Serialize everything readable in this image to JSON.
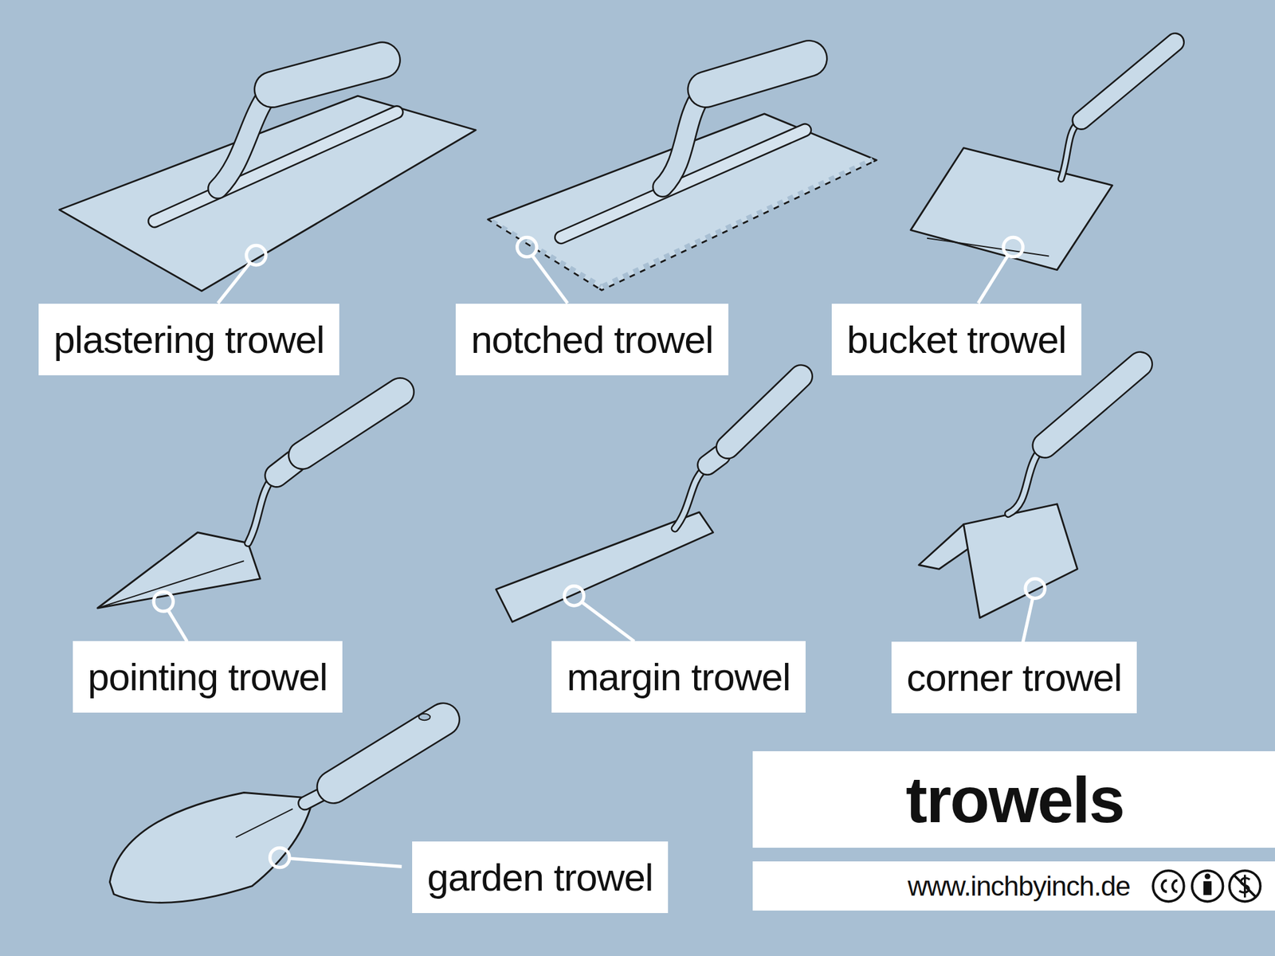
{
  "diagram": {
    "title": "trowels",
    "nodes": [
      {
        "text": [
          "plastering trowel"
        ]
      },
      {
        "text": [
          "notched trowel"
        ]
      },
      {
        "text": [
          "bucket trowel"
        ]
      },
      {
        "text": [
          "pointing trowel"
        ]
      },
      {
        "text": [
          "margin trowel"
        ]
      },
      {
        "text": [
          "corner trowel"
        ]
      },
      {
        "text": [
          "garden trowel"
        ]
      }
    ],
    "labels": [
      "www.inchbyinch.de"
    ]
  }
}
